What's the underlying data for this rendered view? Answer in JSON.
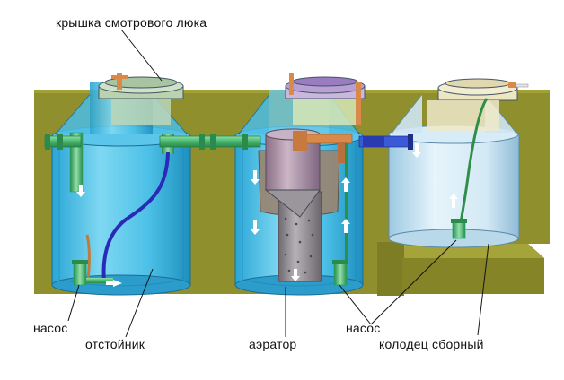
{
  "labels": {
    "lid": "крышка смотрового люка",
    "pump_left": "насос",
    "settler": "отстойник",
    "aerator": "аэратор",
    "pump_right": "насос",
    "collector_well": "колодец сборный"
  },
  "colors": {
    "ground": "#8f8f2e",
    "ground_dark": "#6f6f1f",
    "tank_blue": "#4fc3e8",
    "tank_light": "#cfe8f5",
    "pipe_green": "#4fb872",
    "hose_blue": "#2a2ab8",
    "hose_green": "#2f8f4a",
    "lid_green": "#b9d3b0",
    "lid_purple": "#a88ec8",
    "lid_cream": "#e8e2b8",
    "aerator_grey": "#8e8a8e",
    "orange": "#d98a4a"
  },
  "icons": [
    "arrow-down-icon",
    "arrow-up-icon"
  ]
}
